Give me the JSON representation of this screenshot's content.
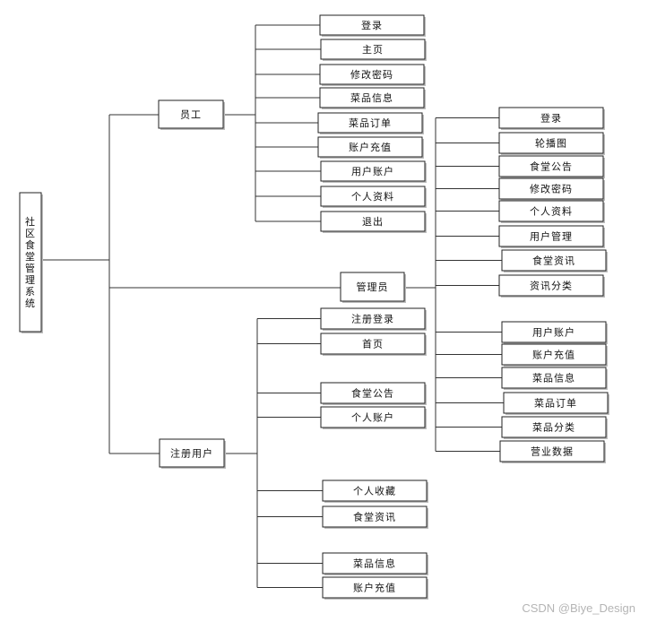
{
  "root": {
    "label": "社区食堂管理系统"
  },
  "roles": {
    "staff": {
      "label": "员工",
      "children": [
        "登录",
        "主页",
        "修改密码",
        "菜品信息",
        "菜品订单",
        "账户充值",
        "用户账户",
        "个人资料",
        "退出"
      ]
    },
    "admin": {
      "label": "管理员",
      "children": [
        "登录",
        "轮播图",
        "食堂公告",
        "修改密码",
        "个人资料",
        "用户管理",
        "食堂资讯",
        "资讯分类",
        "用户账户",
        "账户充值",
        "菜品信息",
        "菜品订单",
        "菜品分类",
        "营业数据"
      ]
    },
    "user": {
      "label": "注册用户",
      "children": [
        "注册登录",
        "首页",
        "食堂公告",
        "个人账户",
        "个人收藏",
        "食堂资讯",
        "菜品信息",
        "账户充值"
      ]
    }
  },
  "watermark": "CSDN @Biye_Design"
}
